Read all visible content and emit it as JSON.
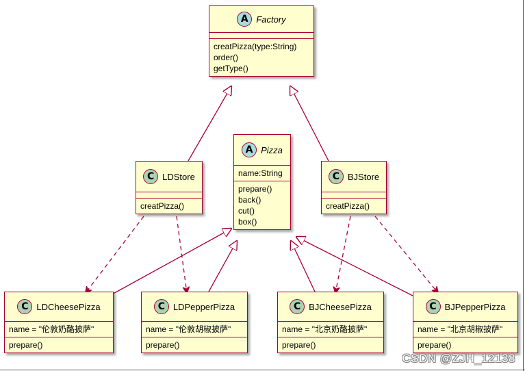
{
  "colors": {
    "fill": "#FEFECE",
    "border": "#A80036",
    "abstract_badge": "#A9DCDF",
    "class_badge": "#ADD1B2"
  },
  "classes": {
    "factory": {
      "badge": "A",
      "name": "Factory",
      "fields": [],
      "methods": [
        "creatPizza(type:String)",
        "order()",
        "getType()"
      ]
    },
    "pizza": {
      "badge": "A",
      "name": "Pizza",
      "fields": [
        "name:String"
      ],
      "methods": [
        "prepare()",
        "back()",
        "cut()",
        "box()"
      ]
    },
    "ldstore": {
      "badge": "C",
      "name": "LDStore",
      "fields": [],
      "methods": [
        "creatPizza()"
      ]
    },
    "bjstore": {
      "badge": "C",
      "name": "BJStore",
      "fields": [],
      "methods": [
        "creatPizza()"
      ]
    },
    "ldcheese": {
      "badge": "C",
      "name": "LDCheesePizza",
      "fields": [
        "name = \"伦敦奶酪披萨\""
      ],
      "methods": [
        "prepare()"
      ]
    },
    "ldpepper": {
      "badge": "C",
      "name": "LDPepperPizza",
      "fields": [
        "name = \"伦敦胡椒披萨\""
      ],
      "methods": [
        "prepare()"
      ]
    },
    "bjcheese": {
      "badge": "C",
      "name": "BJCheesePizza",
      "fields": [
        "name = \"北京奶酪披萨\""
      ],
      "methods": [
        "prepare()"
      ]
    },
    "bjpepper": {
      "badge": "C",
      "name": "BJPepperPizza",
      "fields": [
        "name = \"北京胡椒披萨\""
      ],
      "methods": [
        "prepare()"
      ]
    }
  },
  "relations": [
    {
      "type": "inheritance",
      "from": "ldstore",
      "to": "factory"
    },
    {
      "type": "inheritance",
      "from": "bjstore",
      "to": "factory"
    },
    {
      "type": "inheritance",
      "from": "ldcheese",
      "to": "pizza"
    },
    {
      "type": "inheritance",
      "from": "ldpepper",
      "to": "pizza"
    },
    {
      "type": "inheritance",
      "from": "bjcheese",
      "to": "pizza"
    },
    {
      "type": "inheritance",
      "from": "bjpepper",
      "to": "pizza"
    },
    {
      "type": "dependency",
      "from": "ldstore",
      "to": "ldcheese"
    },
    {
      "type": "dependency",
      "from": "ldstore",
      "to": "ldpepper"
    },
    {
      "type": "dependency",
      "from": "bjstore",
      "to": "bjcheese"
    },
    {
      "type": "dependency",
      "from": "bjstore",
      "to": "bjpepper"
    }
  ],
  "watermark": "CSDN @ZJH_12138"
}
